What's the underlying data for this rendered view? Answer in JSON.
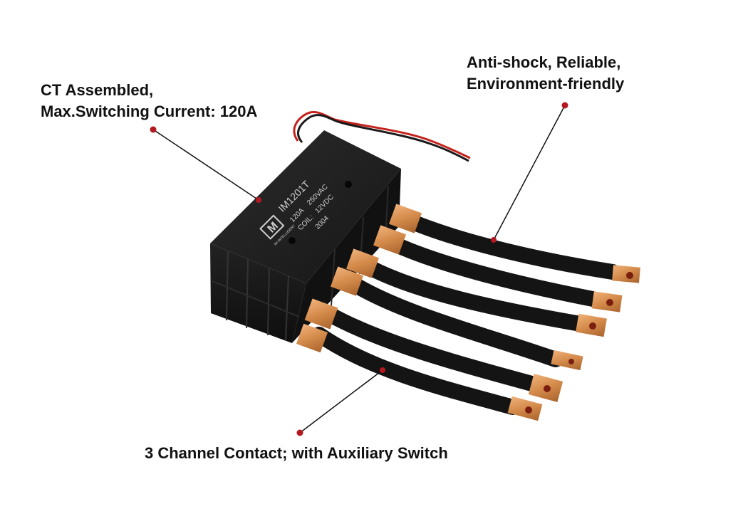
{
  "callouts": {
    "top_left": {
      "line1": "CT Assembled,",
      "line2": "Max.Switching Current: 120A"
    },
    "top_right": {
      "line1": "Anti-shock, Reliable,",
      "line2": "Environment-friendly"
    },
    "bottom": {
      "line1": "3 Channel Contact; with Auxiliary Switch"
    }
  },
  "relay": {
    "logo_mark": "M",
    "brand": "IM INTELLIGENT",
    "model": "IM1201T",
    "current": "120A",
    "voltage_ac": "250VAC",
    "coil_label": "COIL:",
    "coil_voltage": "12VDC",
    "code": "2004"
  },
  "colors": {
    "marker": "#b3191f",
    "leader": "#111111",
    "housing": "#1b1b1b",
    "copper": "#d38a4a",
    "cable": "#141414",
    "wire_red": "#c4221b"
  }
}
